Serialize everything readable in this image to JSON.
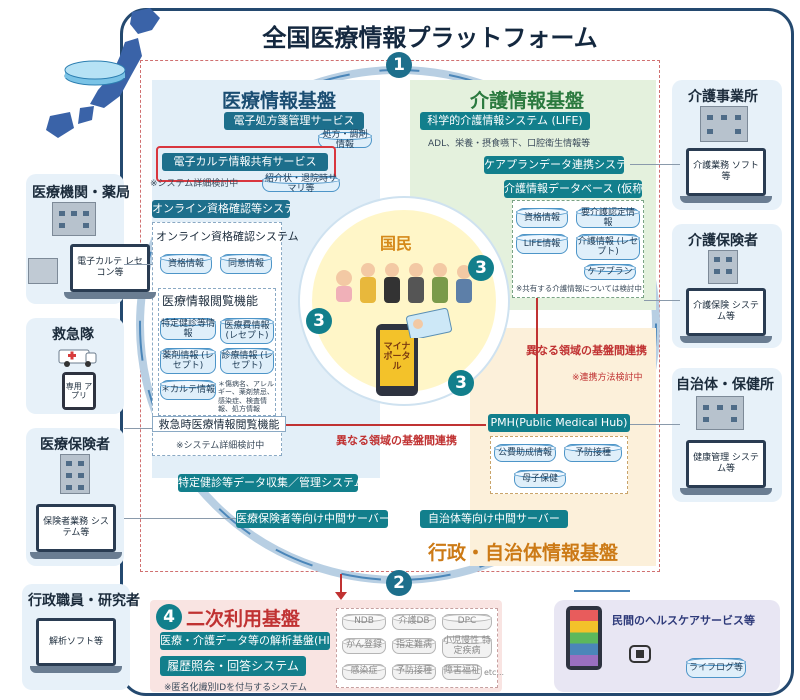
{
  "title": "全国医療情報プラットフォーム",
  "badges": {
    "one": "1",
    "two": "2",
    "three": "3",
    "four": "4"
  },
  "medical_base": {
    "title": "医療情報基盤",
    "eprescription": "電子処方箋管理サービス",
    "eprescription_db": "処方・調剤情報",
    "ekarte_share": "電子カルテ情報共有サービス",
    "ekarte_note": "※システム詳細検討中",
    "ekarte_db": "紹介状・退院時サマリ等",
    "online_confirm_bar": "オンライン資格確認等システム",
    "online_confirm_title": "オンライン資格確認システム",
    "qualification_db": "資格情報",
    "consent_db": "同意情報",
    "viewing_title": "医療情報閲覧機能",
    "cells": [
      {
        "label": "特定健診等情報"
      },
      {
        "label": "医療費情報 (レセプト)"
      },
      {
        "label": "薬剤情報 (レセプト)"
      },
      {
        "label": "診療情報 (レセプト)"
      },
      {
        "label": "＊カルテ情報"
      }
    ],
    "karte_detail": "＊傷病名、アレルギー、薬剤禁忌、感染症、検査情報、処方情報",
    "emergency_viewing": "救急時医療情報閲覧機能",
    "emergency_note": "※システム詳細検討中"
  },
  "care_base": {
    "title": "介護情報基盤",
    "life_system": "科学的介護情報システム (LIFE)",
    "life_detail": "ADL、栄養・摂食嚥下、口腔衛生情報等",
    "careplan_system": "ケアプランデータ連携システム",
    "care_db": "介護情報データベース (仮称)",
    "cells": [
      {
        "label": "資格情報"
      },
      {
        "label": "要介護認定情報"
      },
      {
        "label": "LIFE情報"
      },
      {
        "label": "介護情報 (レセプト)"
      },
      {
        "label": "ケアプラン"
      }
    ],
    "shared_note": "※共有する介護情報については検討中"
  },
  "admin_base": {
    "title": "行政・自治体情報基盤",
    "pmh": "PMH(Public Medical Hub)",
    "cells": [
      {
        "label": "公費助成情報"
      },
      {
        "label": "予防接種"
      },
      {
        "label": "母子保健"
      }
    ],
    "municipal_server": "自治体等向け中間サーバー"
  },
  "center": {
    "citizen": "国民",
    "phone_text": "マイナポータル"
  },
  "links": {
    "cross_domain_1": "異なる領域の基盤間連携",
    "cross_domain_2": "異なる領域の基盤間連携",
    "method_note": "※連携方法検討中",
    "checkup_collection": "特定健診等データ収集／管理システム",
    "insurer_server": "医療保険者等向け中間サーバー"
  },
  "left_stakeholders": [
    {
      "label": "医療機関・薬局",
      "device": "電子カルテ レセコン等"
    },
    {
      "label": "救急隊",
      "device": "専用 アプリ"
    },
    {
      "label": "医療保険者",
      "device": "保険者業務 システム等"
    },
    {
      "label": "行政職員・研究者",
      "device": "解析ソフト等"
    }
  ],
  "right_stakeholders": [
    {
      "label": "介護事業所",
      "device": "介護業務 ソフト等"
    },
    {
      "label": "介護保険者",
      "device": "介護保険 システム等"
    },
    {
      "label": "自治体・保健所",
      "device": "健康管理 システム等"
    }
  ],
  "secondary": {
    "title": "二次利用基盤",
    "hic": "医療・介護データ等の解析基盤(HIC)",
    "history": "履歴照会・回答システム",
    "note": "※匿名化識別IDを付与するシステム",
    "dbs": [
      "NDB",
      "介護DB",
      "DPC",
      "がん登録",
      "指定難病",
      "小児慢性 特定疾病",
      "感染症",
      "予防接種",
      "障害福祉",
      "etc..."
    ]
  },
  "private": {
    "title": "民間のヘルスケアサービス等",
    "lifelog": "ライフログ等"
  },
  "colors": {
    "navy": "#24496f",
    "teal": "#127f8c",
    "medical_bg": "#e3eff8",
    "care_bg": "#e4f1dd",
    "admin_bg": "#fcf0da",
    "secondary_bg": "#f9e4e2",
    "red": "#c03232"
  }
}
